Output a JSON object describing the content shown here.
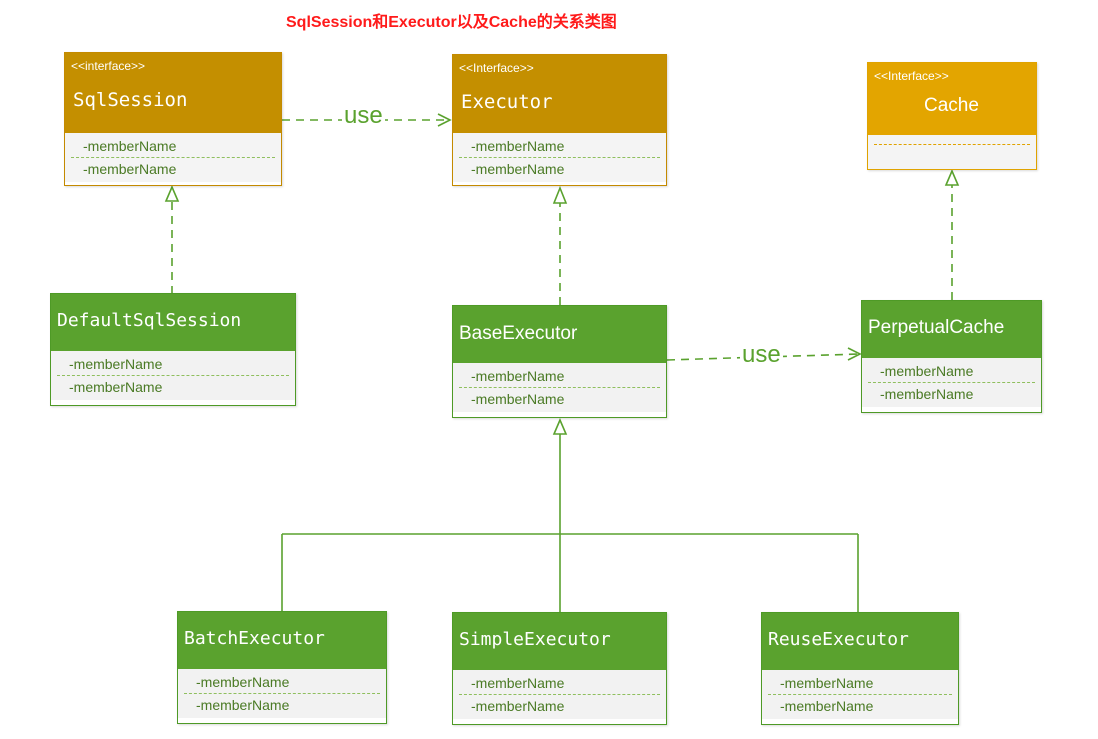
{
  "title": "SqlSession和Executor以及Cache的关系类图",
  "classes": {
    "sqlsession": {
      "stereotype": "<<interface>>",
      "name": "SqlSession",
      "members": [
        "-memberName",
        "-memberName"
      ]
    },
    "executor": {
      "stereotype": "<<Interface>>",
      "name": "Executor",
      "members": [
        "-memberName",
        "-memberName"
      ]
    },
    "cache": {
      "stereotype": "<<Interface>>",
      "name": "Cache",
      "members": []
    },
    "defaultsqlsession": {
      "name": "DefaultSqlSession",
      "members": [
        "-memberName",
        "-memberName"
      ]
    },
    "baseexecutor": {
      "name": "BaseExecutor",
      "members": [
        "-memberName",
        "-memberName"
      ]
    },
    "perpetualcache": {
      "name": "PerpetualCache",
      "members": [
        "-memberName",
        "-memberName"
      ]
    },
    "batchexecutor": {
      "name": "BatchExecutor",
      "members": [
        "-memberName",
        "-memberName"
      ]
    },
    "simpleexecutor": {
      "name": "SimpleExecutor",
      "members": [
        "-memberName",
        "-memberName"
      ]
    },
    "reuseexecutor": {
      "name": "ReuseExecutor",
      "members": [
        "-memberName",
        "-memberName"
      ]
    }
  },
  "relations": {
    "use_label_1": "use",
    "use_label_2": "use"
  },
  "colors": {
    "interface_header": "#c48f00",
    "cache_header": "#e3a500",
    "impl_header": "#5aa22e",
    "line": "#5aa22e",
    "title": "#ff1a1a"
  }
}
